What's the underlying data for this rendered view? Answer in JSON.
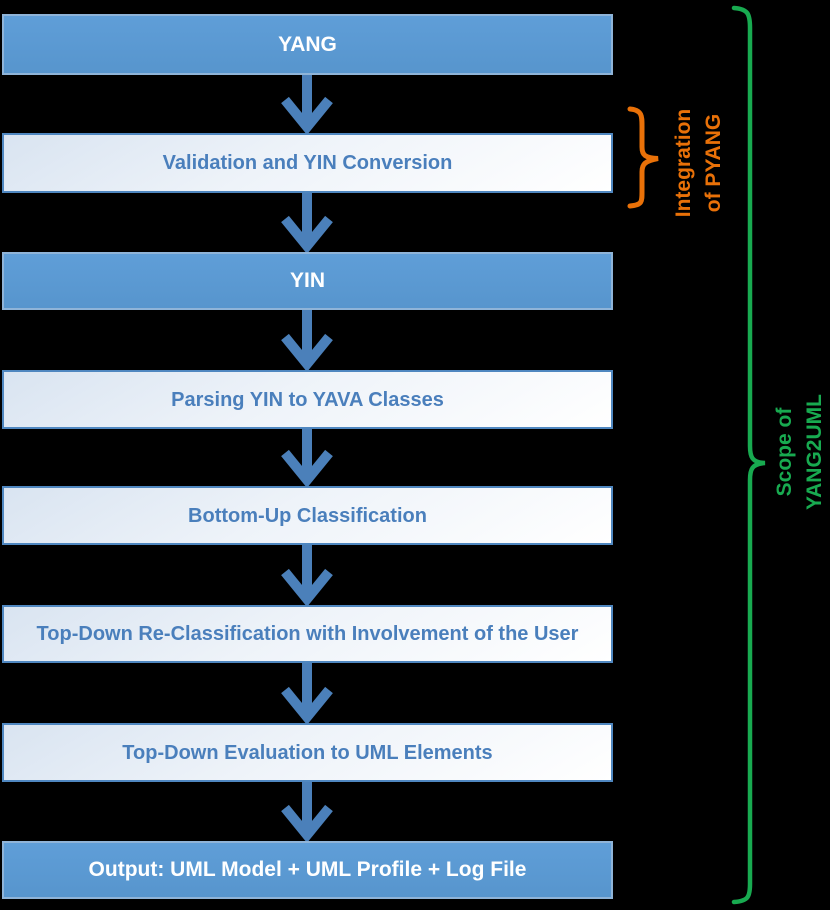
{
  "diagram": {
    "background_color": "#000000",
    "boxes": [
      {
        "label": "YANG",
        "style": "solid"
      },
      {
        "label": "Validation and YIN Conversion",
        "style": "outline"
      },
      {
        "label": "YIN",
        "style": "solid"
      },
      {
        "label": "Parsing YIN to YAVA Classes",
        "style": "outline"
      },
      {
        "label": "Bottom-Up Classification",
        "style": "outline"
      },
      {
        "label": "Top-Down Re-Classification with Involvement of the User",
        "style": "outline"
      },
      {
        "label": "Top-Down Evaluation to UML Elements",
        "style": "outline"
      },
      {
        "label": "Output: UML Model + UML Profile + Log File",
        "style": "solid"
      }
    ],
    "annotations": {
      "pyang": {
        "line1": "Integration",
        "line2": "of PYANG",
        "color": "#e97108"
      },
      "scope": {
        "line1": "Scope of",
        "line2": "YANG2UML",
        "color": "#18aa50"
      }
    },
    "colors": {
      "solid_box_fill": "#5b9ad2",
      "solid_box_border": "#8fb4d8",
      "outline_box_border": "#4f87c0",
      "box_text_blue": "#4a7fbc",
      "box_text_white": "#ffffff",
      "arrow_blue": "#4b80ba",
      "pyang_orange": "#e97108",
      "scope_green": "#18aa50"
    }
  }
}
